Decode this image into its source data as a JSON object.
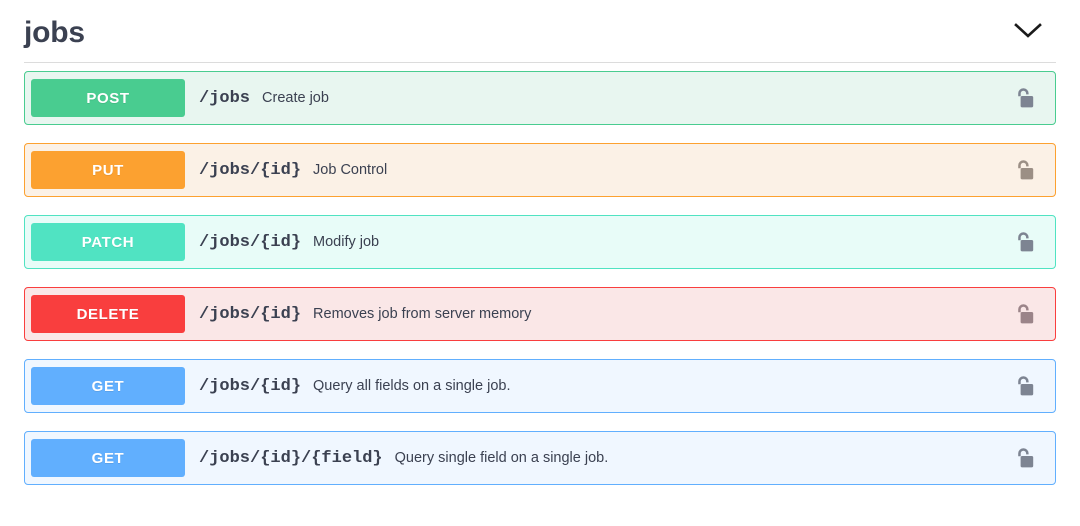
{
  "tag": {
    "title": "jobs",
    "expand_icon": "chevron-down-icon"
  },
  "operations": [
    {
      "method": "POST",
      "path": "/jobs",
      "summary": "Create job",
      "lock_icon": "unlocked-padlock-icon",
      "method_color": "#49cc90",
      "row_bg": "#e8f6f0",
      "row_border": "#49cc90",
      "key": "post"
    },
    {
      "method": "PUT",
      "path": "/jobs/{id}",
      "summary": "Job Control",
      "lock_icon": "unlocked-padlock-icon",
      "method_color": "#fca130",
      "row_bg": "#fbf1e6",
      "row_border": "#fca130",
      "key": "put"
    },
    {
      "method": "PATCH",
      "path": "/jobs/{id}",
      "summary": "Modify job",
      "lock_icon": "unlocked-padlock-icon",
      "method_color": "#50e3c2",
      "row_bg": "#e8fcf8",
      "row_border": "#50e3c2",
      "key": "patch"
    },
    {
      "method": "DELETE",
      "path": "/jobs/{id}",
      "summary": "Removes job from server memory",
      "lock_icon": "unlocked-padlock-icon",
      "method_color": "#f93e3e",
      "row_bg": "#fae7e7",
      "row_border": "#f93e3e",
      "key": "delete"
    },
    {
      "method": "GET",
      "path": "/jobs/{id}",
      "summary": "Query all fields on a single job.",
      "lock_icon": "unlocked-padlock-icon",
      "method_color": "#61affe",
      "row_bg": "#f0f7ff",
      "row_border": "#61affe",
      "key": "get"
    },
    {
      "method": "GET",
      "path": "/jobs/{id}/{field}",
      "summary": "Query single field on a single job.",
      "lock_icon": "unlocked-padlock-icon",
      "method_color": "#61affe",
      "row_bg": "#f0f7ff",
      "row_border": "#61affe",
      "key": "get"
    }
  ]
}
